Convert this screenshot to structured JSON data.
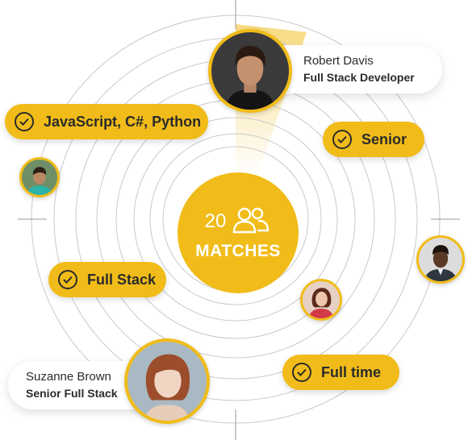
{
  "matches": {
    "count": "20",
    "label": "MATCHES",
    "icon": "users-icon"
  },
  "tags": [
    {
      "label": "JavaScript, C#, Python"
    },
    {
      "label": "Senior"
    },
    {
      "label": "Full Stack"
    },
    {
      "label": "Full time"
    }
  ],
  "candidates": [
    {
      "name": "Robert Davis",
      "role": "Full Stack Developer"
    },
    {
      "name": "Suzanne Brown",
      "role": "Senior Full Stack"
    }
  ],
  "colors": {
    "accent": "#f1bc19",
    "ring": "#c9c9c9",
    "text": "#2b2b2b",
    "card": "#ffffff"
  }
}
